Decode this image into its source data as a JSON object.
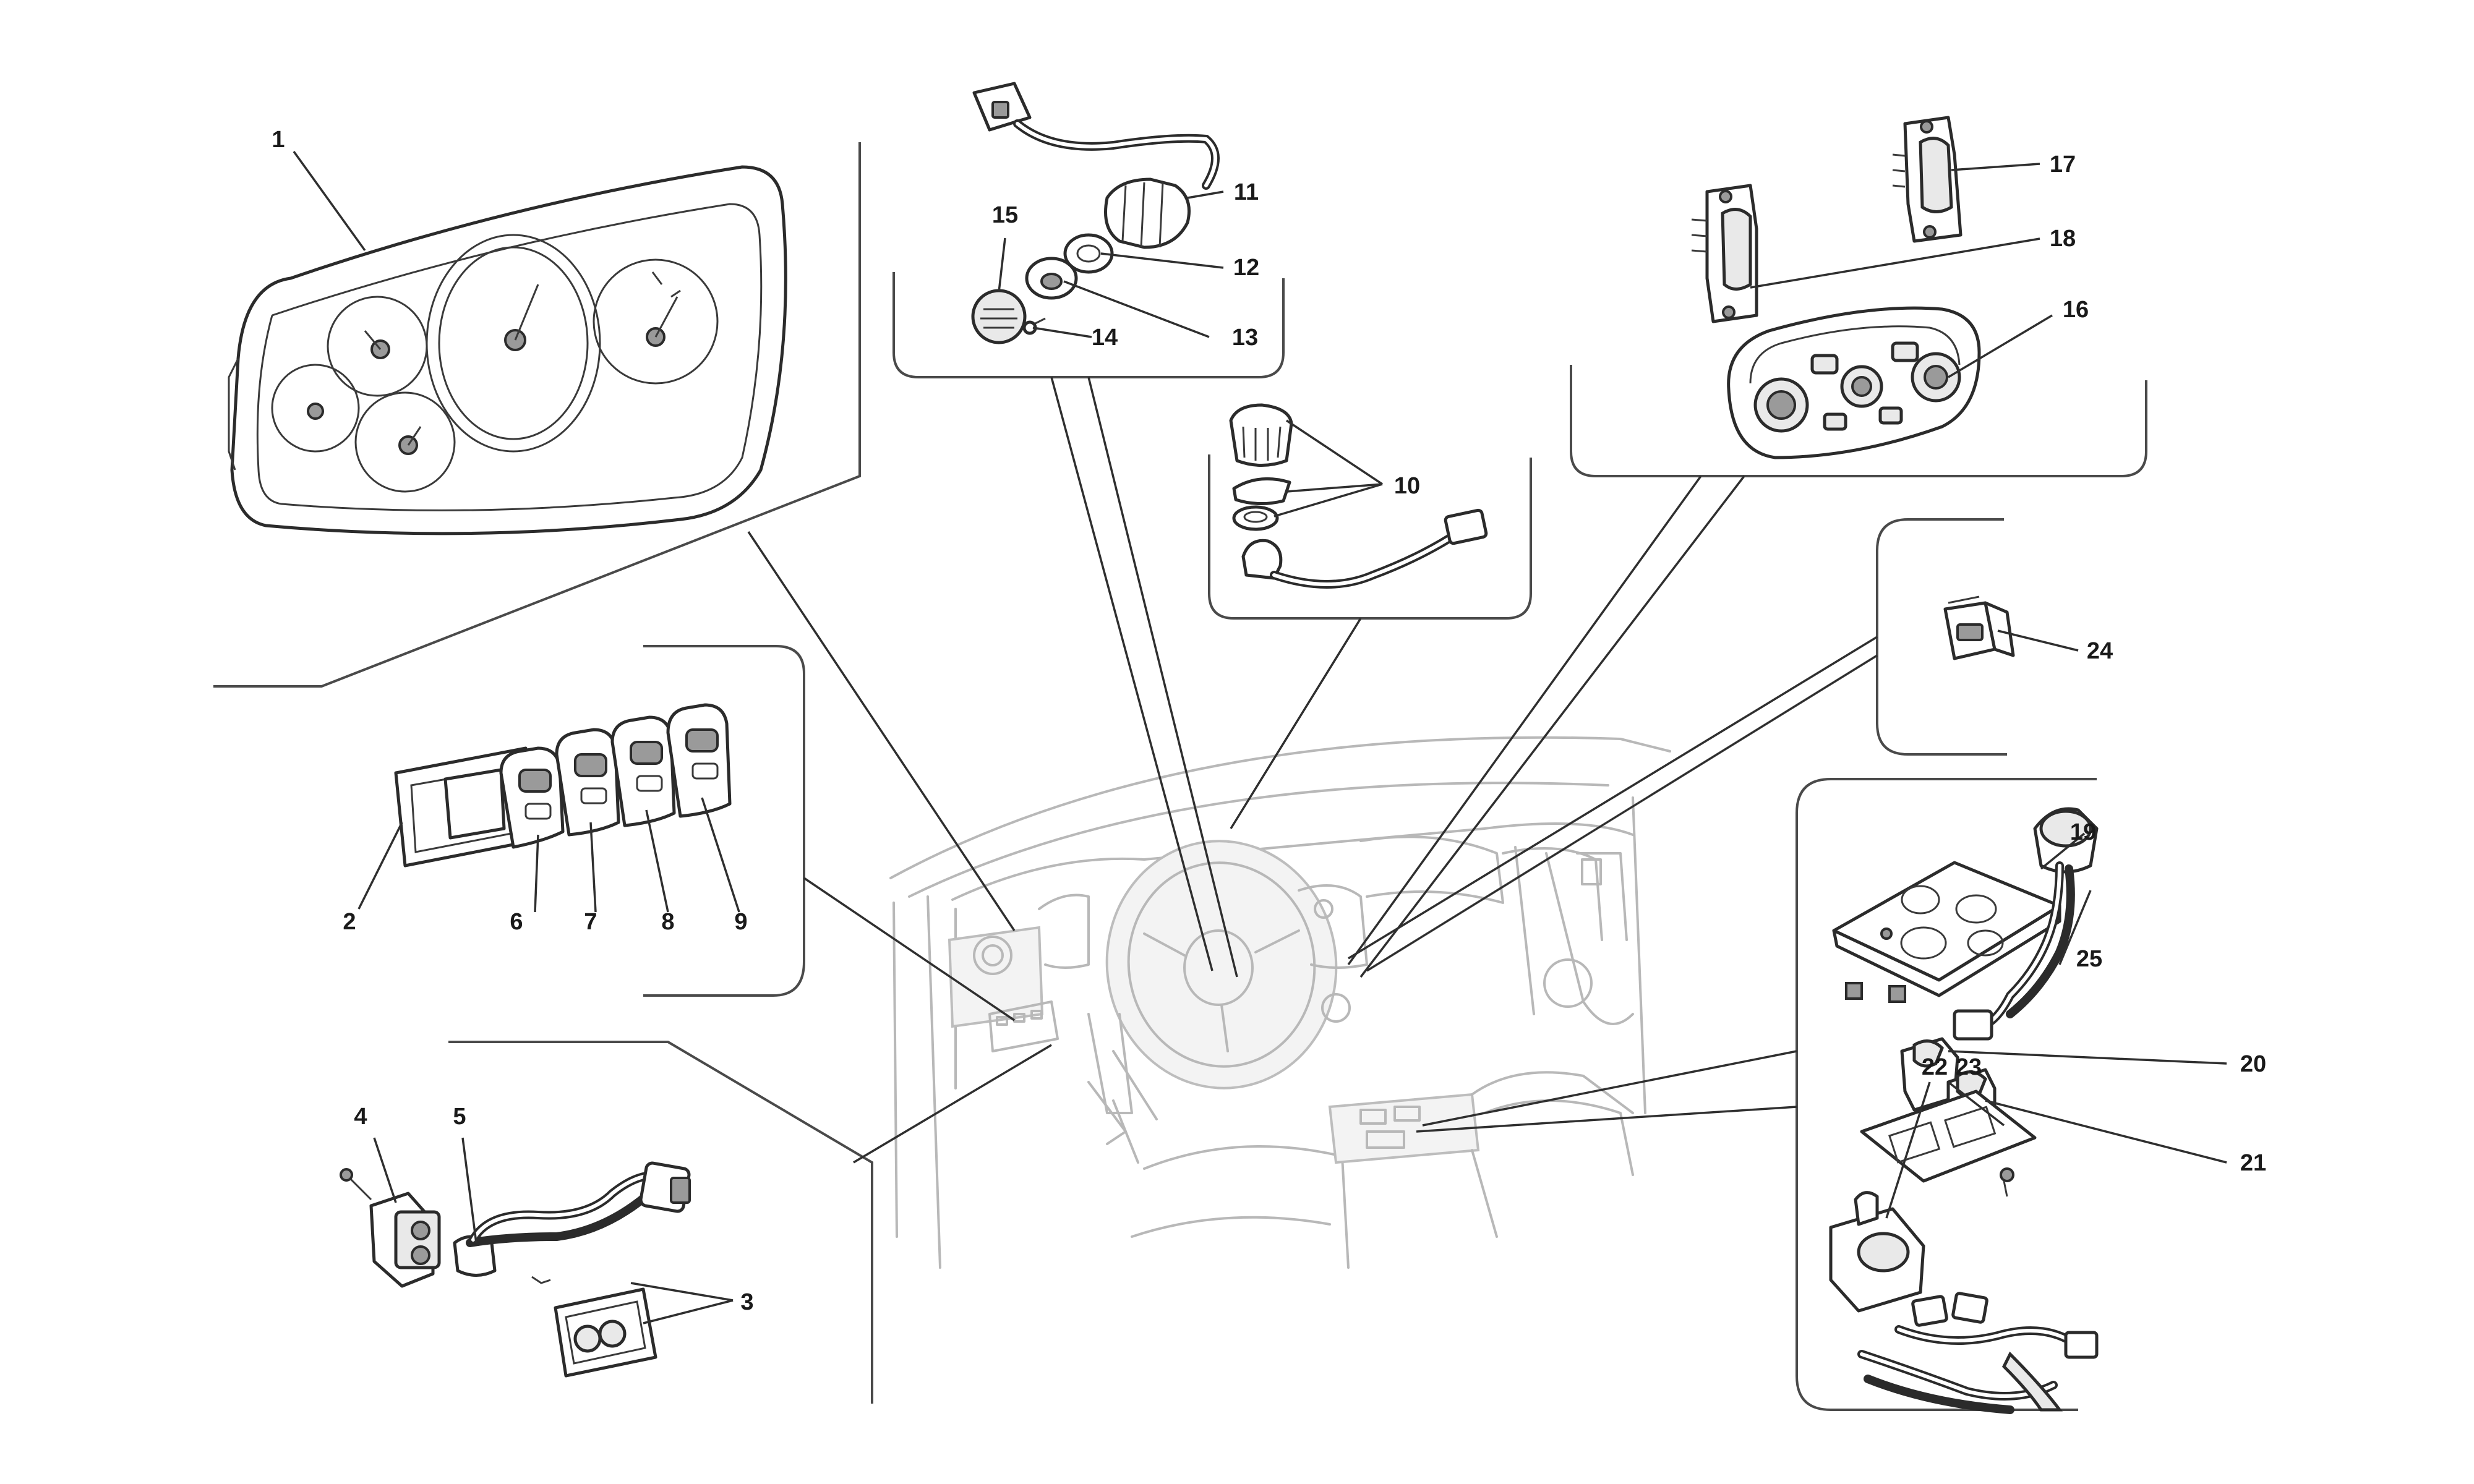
{
  "callouts": [
    {
      "id": "1",
      "label": "1"
    },
    {
      "id": "2",
      "label": "2"
    },
    {
      "id": "3",
      "label": "3"
    },
    {
      "id": "4",
      "label": "4"
    },
    {
      "id": "5",
      "label": "5"
    },
    {
      "id": "6",
      "label": "6"
    },
    {
      "id": "7",
      "label": "7"
    },
    {
      "id": "8",
      "label": "8"
    },
    {
      "id": "9",
      "label": "9"
    },
    {
      "id": "10",
      "label": "10"
    },
    {
      "id": "11",
      "label": "11"
    },
    {
      "id": "12",
      "label": "12"
    },
    {
      "id": "13",
      "label": "13"
    },
    {
      "id": "14",
      "label": "14"
    },
    {
      "id": "15",
      "label": "15"
    },
    {
      "id": "16",
      "label": "16"
    },
    {
      "id": "17",
      "label": "17"
    },
    {
      "id": "18",
      "label": "18"
    },
    {
      "id": "19",
      "label": "19"
    },
    {
      "id": "20",
      "label": "20"
    },
    {
      "id": "21",
      "label": "21"
    },
    {
      "id": "22",
      "label": "22"
    },
    {
      "id": "23",
      "label": "23"
    },
    {
      "id": "24",
      "label": "24"
    },
    {
      "id": "25",
      "label": "25"
    }
  ],
  "palette": {
    "line": "#2b2b2b",
    "ghost": "#b8b8b8",
    "background": "#ffffff"
  }
}
